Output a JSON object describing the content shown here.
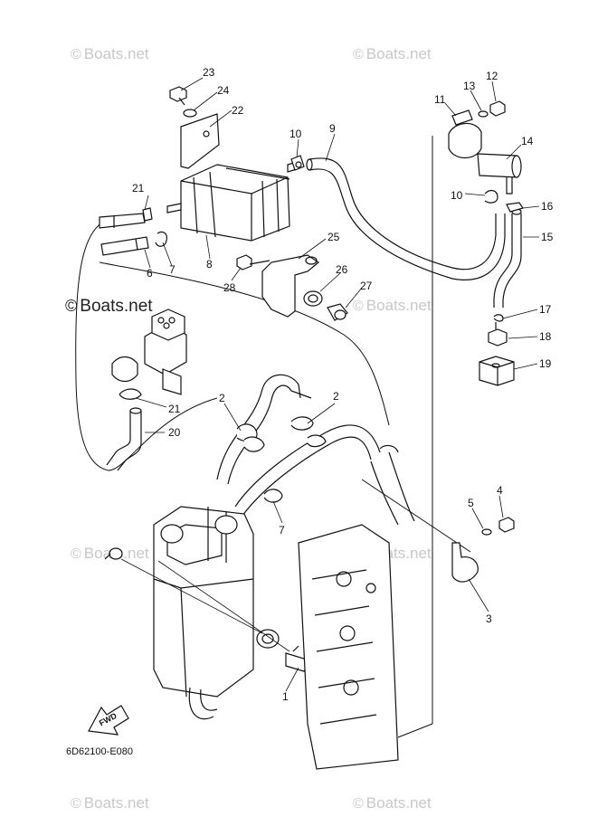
{
  "watermark": {
    "symbol": "©",
    "text": "Boats.net"
  },
  "diagram_code": "6D62100-E080",
  "fwd_label": "FWD",
  "callouts": [
    "1",
    "2",
    "2",
    "3",
    "4",
    "5",
    "6",
    "7",
    "7",
    "8",
    "9",
    "10",
    "10",
    "11",
    "12",
    "13",
    "14",
    "15",
    "16",
    "17",
    "18",
    "19",
    "20",
    "21",
    "21",
    "22",
    "23",
    "24",
    "25",
    "26",
    "27",
    "28"
  ]
}
